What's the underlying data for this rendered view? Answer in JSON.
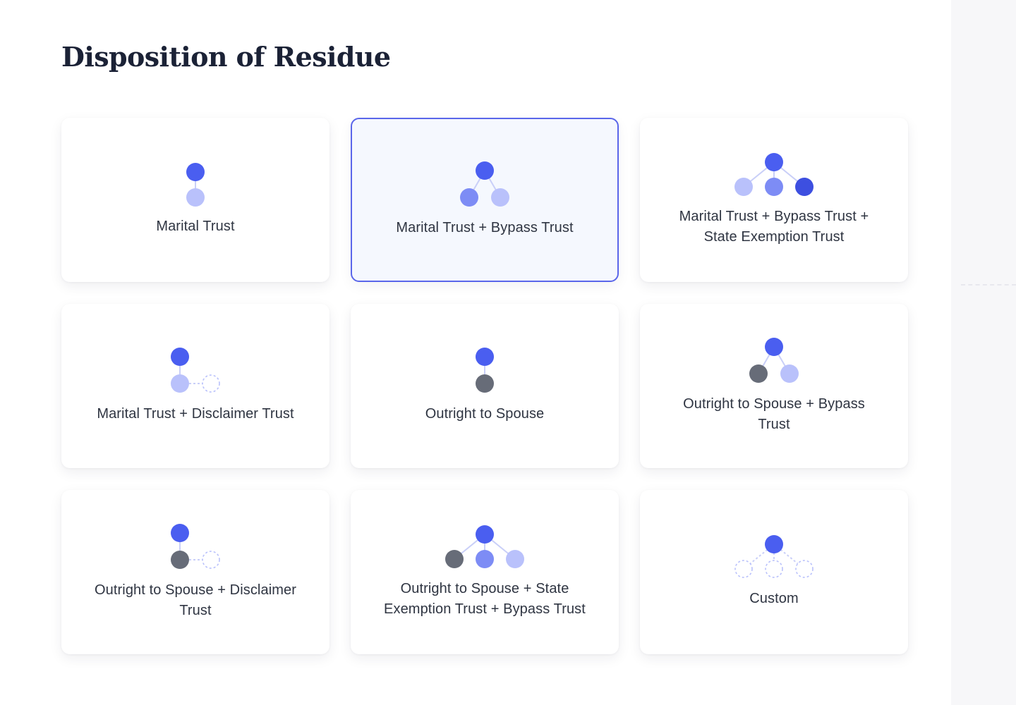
{
  "page": {
    "title": "Disposition of Residue"
  },
  "colors": {
    "primary": "#4a5ef0",
    "mid": "#7d8cf5",
    "light": "#b9c1fb",
    "dark": "#3d4fe0",
    "gray": "#676c78",
    "connector": "#c9cff8",
    "selected_border": "#5a66ea",
    "selected_bg": "#f5f8fe"
  },
  "options": [
    {
      "label": "Marital Trust",
      "icon": "one-child-trust-icon",
      "selected": false
    },
    {
      "label": "Marital Trust + Bypass Trust",
      "icon": "two-child-trust-icon",
      "selected": true
    },
    {
      "label": "Marital Trust + Bypass Trust + State Exemption Trust",
      "icon": "three-child-trust-icon",
      "selected": false
    },
    {
      "label": "Marital Trust + Disclaimer Trust",
      "icon": "disclaimer-trust-icon",
      "selected": false
    },
    {
      "label": "Outright to Spouse",
      "icon": "outright-spouse-icon",
      "selected": false
    },
    {
      "label": "Outright to Spouse + Bypass Trust",
      "icon": "outright-bypass-icon",
      "selected": false
    },
    {
      "label": "Outright to Spouse + Disclaimer Trust",
      "icon": "outright-disclaimer-icon",
      "selected": false
    },
    {
      "label": "Outright to Spouse + State Exemption Trust + Bypass Trust",
      "icon": "outright-state-bypass-icon",
      "selected": false
    },
    {
      "label": "Custom",
      "icon": "custom-tree-icon",
      "selected": false
    }
  ]
}
